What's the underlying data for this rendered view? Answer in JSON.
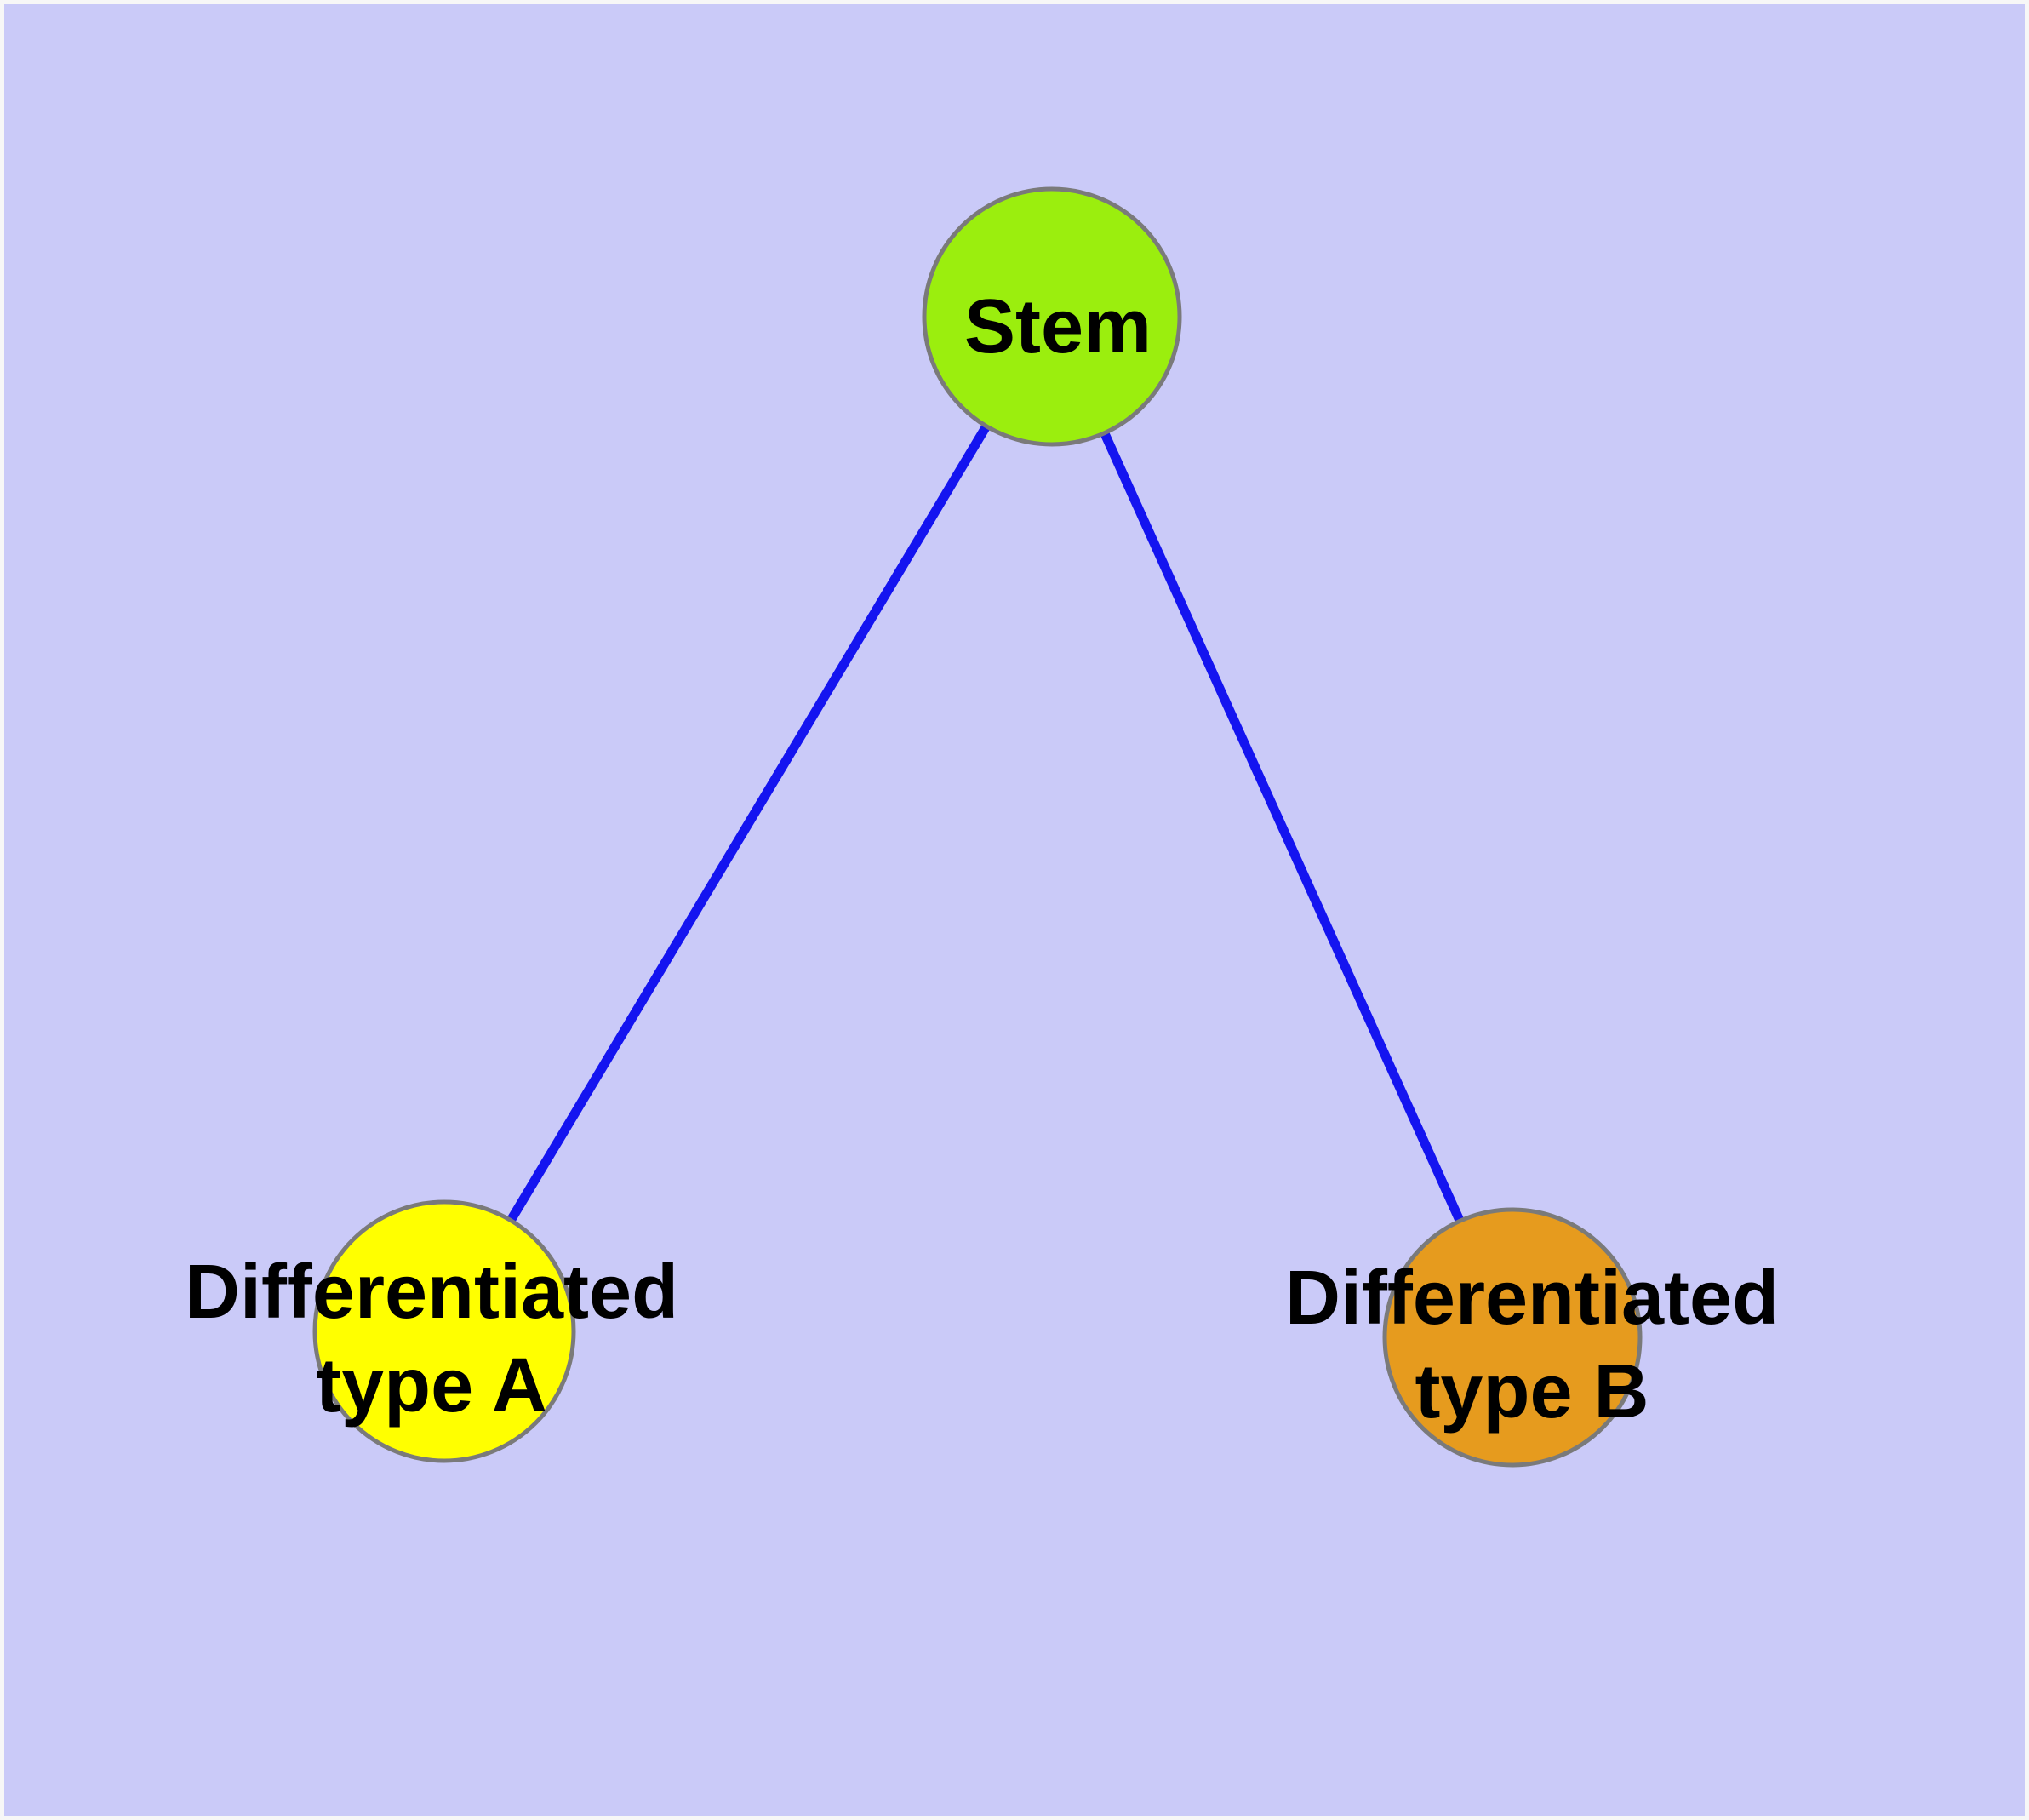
{
  "theme": {
    "background": "#cacaf8",
    "frame": "#f7f7f7",
    "edge-color": "#1414f0",
    "node-border": "#7a7a7a",
    "stem-fill": "#9bee0e",
    "type-a-fill": "#ffff00",
    "type-b-fill": "#e69b1e",
    "label-color": "#000000"
  },
  "diagram": {
    "type": "node-link-graph",
    "nodes": [
      {
        "id": "stem",
        "label": "Stem"
      },
      {
        "id": "type-a",
        "label": "Differentiated\ntype A"
      },
      {
        "id": "type-b",
        "label": "Differentiated\ntype B"
      }
    ],
    "edges": [
      {
        "from": "Stem",
        "to": "Differentiated type A"
      },
      {
        "from": "Stem",
        "to": "Differentiated type B"
      }
    ]
  }
}
